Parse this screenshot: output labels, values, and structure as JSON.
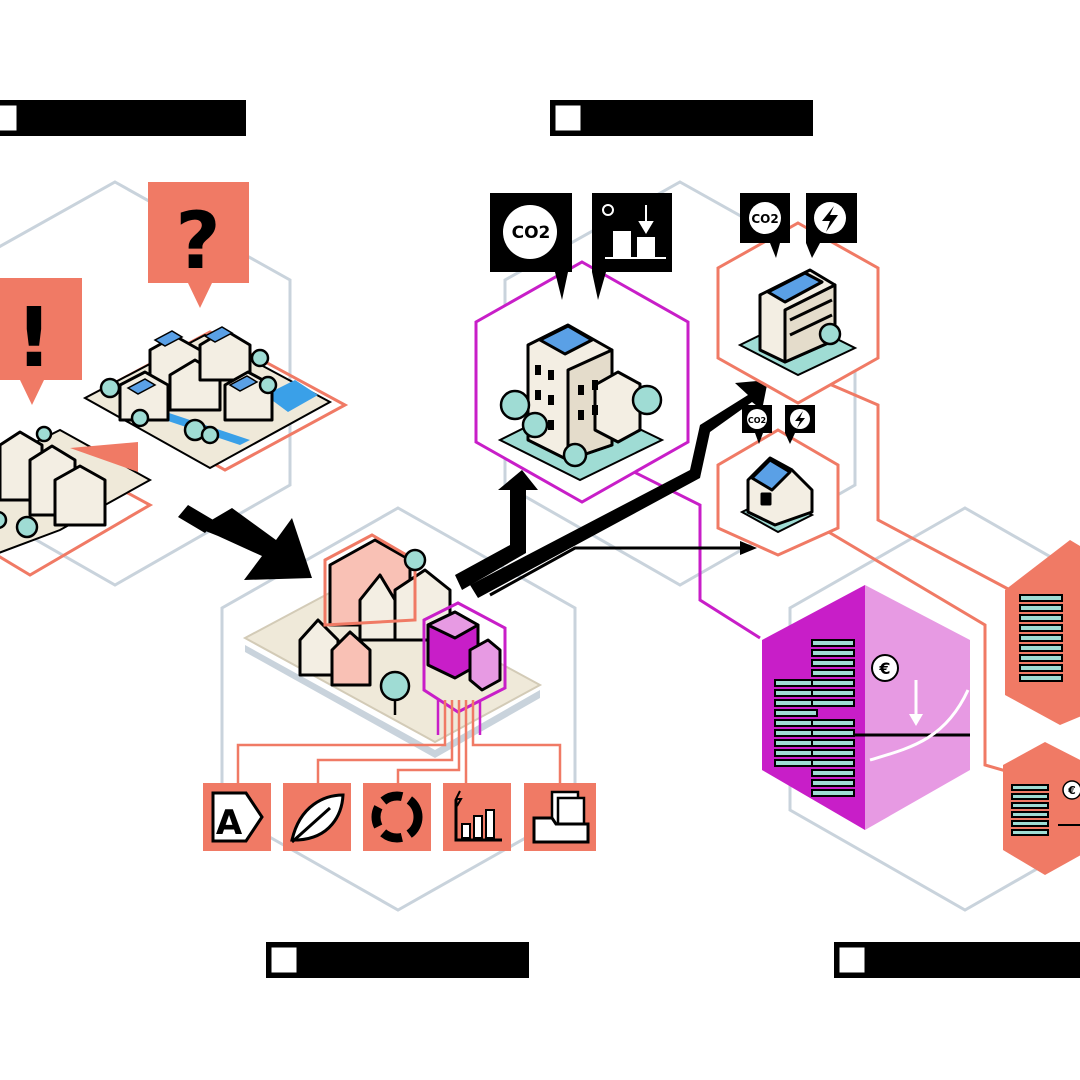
{
  "diagram": {
    "bubbles": {
      "question": "?",
      "exclaim": "!"
    },
    "icons": {
      "co2_badge": "CO2",
      "co2_small": "CO2",
      "euro": "€",
      "energy_label": "A"
    },
    "icon_names": [
      "co2-cycle-icon",
      "energy-drop-chart-icon",
      "co2-icon",
      "lightning-icon",
      "energy-label-icon",
      "leaf-icon",
      "recycle-icon",
      "energy-chart-icon",
      "documents-icon",
      "euro-icon",
      "money-stack-icon"
    ],
    "colors": {
      "coral": "#f07a65",
      "magenta": "#c81ec8",
      "light_magenta": "#e79ae3",
      "grey_line": "#c9d3dc",
      "teal": "#9fdcd4",
      "cream": "#efe9d9",
      "black": "#000000",
      "white": "#ffffff"
    }
  }
}
